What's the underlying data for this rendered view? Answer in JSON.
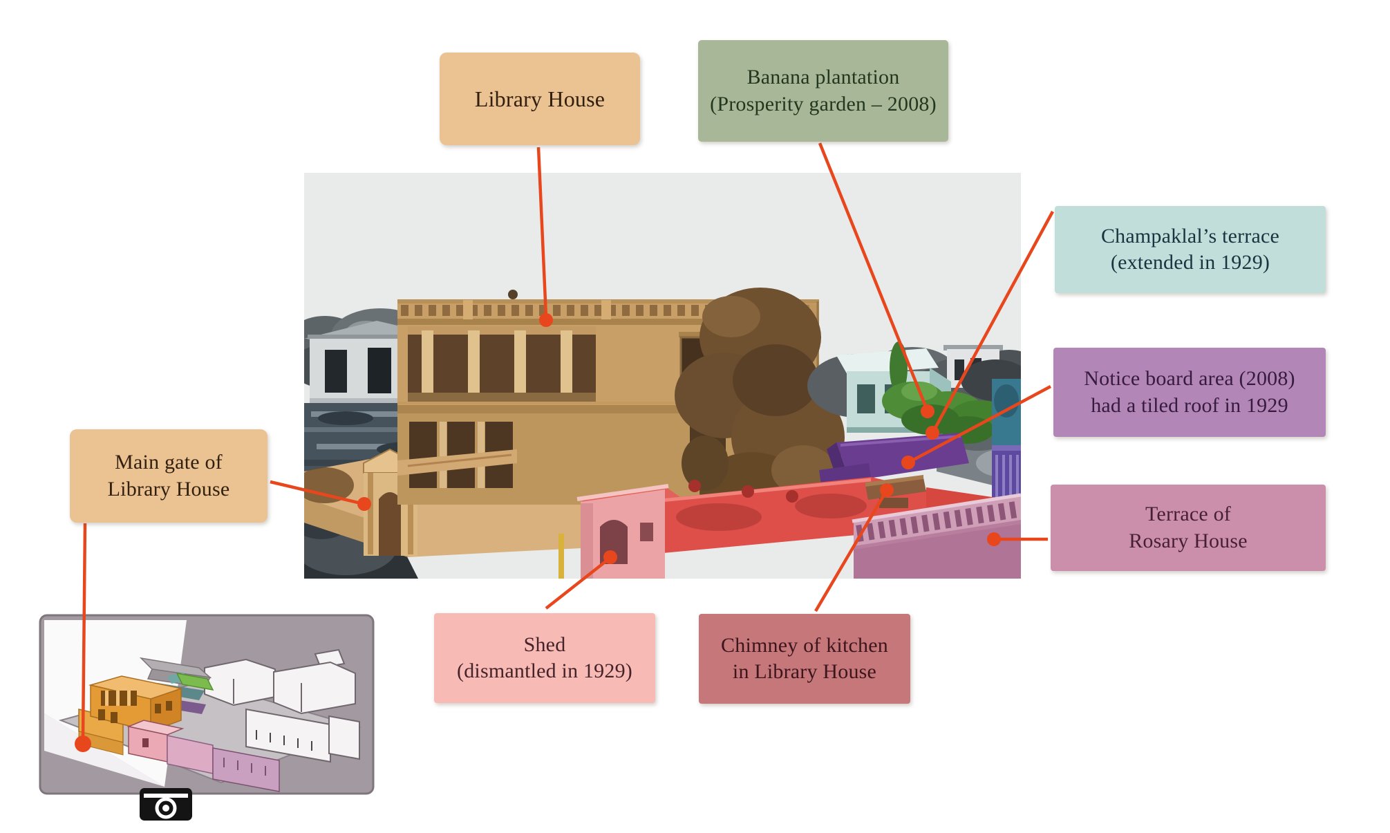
{
  "figure": {
    "title_hint": "Annotated historical photograph of Library House with site-plan inset",
    "background": "#ffffff"
  },
  "palette": {
    "leader_line": "#e8471d",
    "photo_sky": "#e9ebeb",
    "tan": "#ebc291",
    "green": "#a7b797",
    "teal": "#c2dedb",
    "purple": "#b286b6",
    "mauve": "#cb8fab",
    "pink": "#f7bab5",
    "dusty_red": "#c57779"
  },
  "labels": [
    {
      "id": "library-house",
      "text": "Library House",
      "bg": "#ebc291",
      "fg": "#32200f"
    },
    {
      "id": "banana-plantation",
      "text": "Banana plantation\n(Prosperity garden – 2008)",
      "bg": "#a7b797",
      "fg": "#23371f"
    },
    {
      "id": "champaklal-terrace",
      "text": "Champaklal’s terrace\n(extended in 1929)",
      "bg": "#c2dedb",
      "fg": "#17343f"
    },
    {
      "id": "notice-board-area",
      "text": "Notice board area (2008)\nhad a tiled roof in 1929",
      "bg": "#b286b6",
      "fg": "#371b3e"
    },
    {
      "id": "rosary-terrace",
      "text": "Terrace of\nRosary House",
      "bg": "#cb8fab",
      "fg": "#471f35"
    },
    {
      "id": "main-gate",
      "text": "Main gate of\nLibrary House",
      "bg": "#ebc291",
      "fg": "#32200f"
    },
    {
      "id": "shed",
      "text": "Shed\n(dismantled in 1929)",
      "bg": "#f7bab5",
      "fg": "#44232a"
    },
    {
      "id": "chimney",
      "text": "Chimney of kitchen\nin Library House",
      "bg": "#c57779",
      "fg": "#3c151d"
    }
  ],
  "icons": {
    "camera": "camera-icon"
  }
}
